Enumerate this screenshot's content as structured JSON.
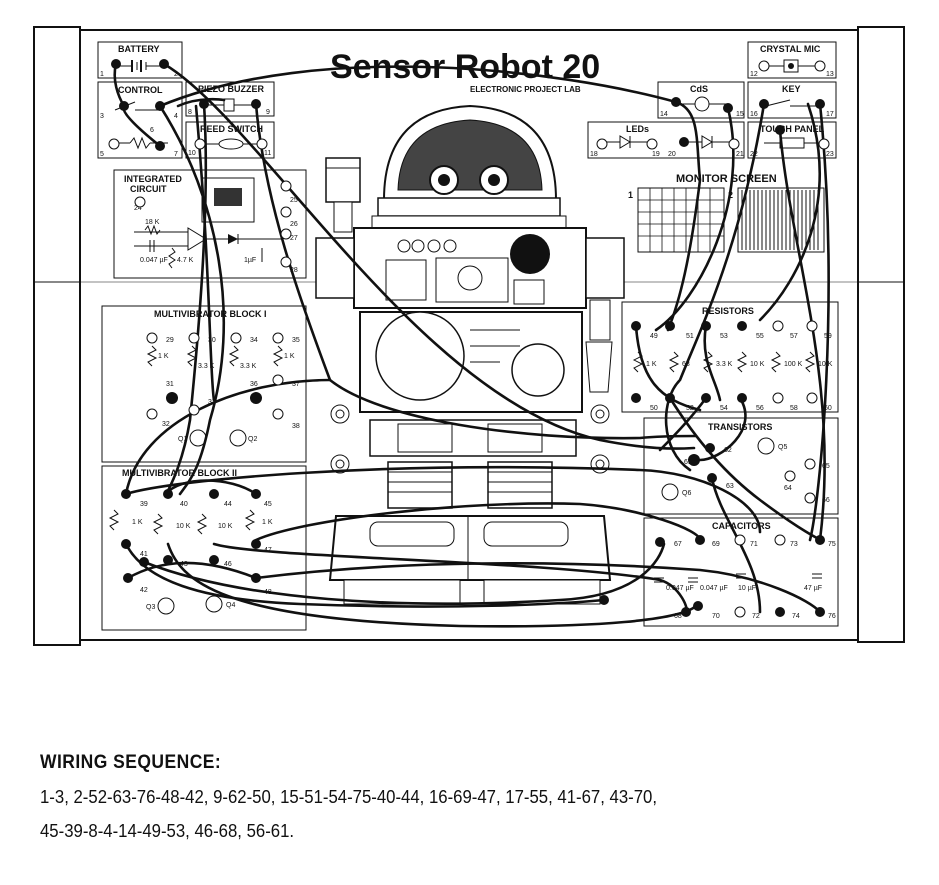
{
  "title": "Sensor Robot 20",
  "subtitle": "ELECTRONIC PROJECT LAB",
  "monitor_screen": {
    "label": "MONITOR SCREEN",
    "left_number": "1",
    "right_number": "2"
  },
  "blocks": {
    "battery": "BATTERY",
    "control": "CONTROL",
    "piezo_buzzer": "PIEZO BUZZER",
    "reed_switch": "REED SWITCH",
    "integrated_circuit_1": "INTEGRATED",
    "integrated_circuit_2": "CIRCUIT",
    "multivibrator_1": "MULTIVIBRATOR BLOCK I",
    "multivibrator_2": "MULTIVIBRATOR BLOCK II",
    "crystal_mic": "CRYSTAL MIC",
    "cds": "CdS",
    "key": "KEY",
    "leds": "LEDs",
    "touch_panel": "TOUCH PANEL",
    "resistors": "RESISTORS",
    "transistors": "TRANSISTORS",
    "capacitors": "CAPACITORS"
  },
  "component_values": {
    "ic_r1": "18 K",
    "ic_c1": "0.047 µF",
    "ic_r2": "4.7 K",
    "ic_c2": "1µF",
    "mv1_r1": "1 K",
    "mv1_r2": "3.3 K",
    "mv1_r3": "3.3 K",
    "mv1_r4": "1 K",
    "mv2_r1": "1 K",
    "mv2_r2": "10 K",
    "mv2_r3": "10 K",
    "mv2_r4": "1 K",
    "res_1": "1 K",
    "res_2": "68",
    "res_3": "3.3 K",
    "res_4": "10 K",
    "res_5": "100 K",
    "res_6": "10 K",
    "cap_1": "0.047 µF",
    "cap_2": "0.047 µF",
    "cap_3": "10 µF",
    "cap_4": "47 µF",
    "q1": "Q1",
    "q2": "Q2",
    "q3": "Q3",
    "q4": "Q4",
    "q5": "Q5",
    "q6": "Q6"
  },
  "wiring": {
    "heading": "WIRING SEQUENCE:",
    "line1": "1-3, 2-52-63-76-48-42, 9-62-50, 15-51-54-75-40-44, 16-69-47, 17-55, 41-67, 43-70,",
    "line2": "45-39-8-4-14-49-53, 46-68, 56-61."
  }
}
